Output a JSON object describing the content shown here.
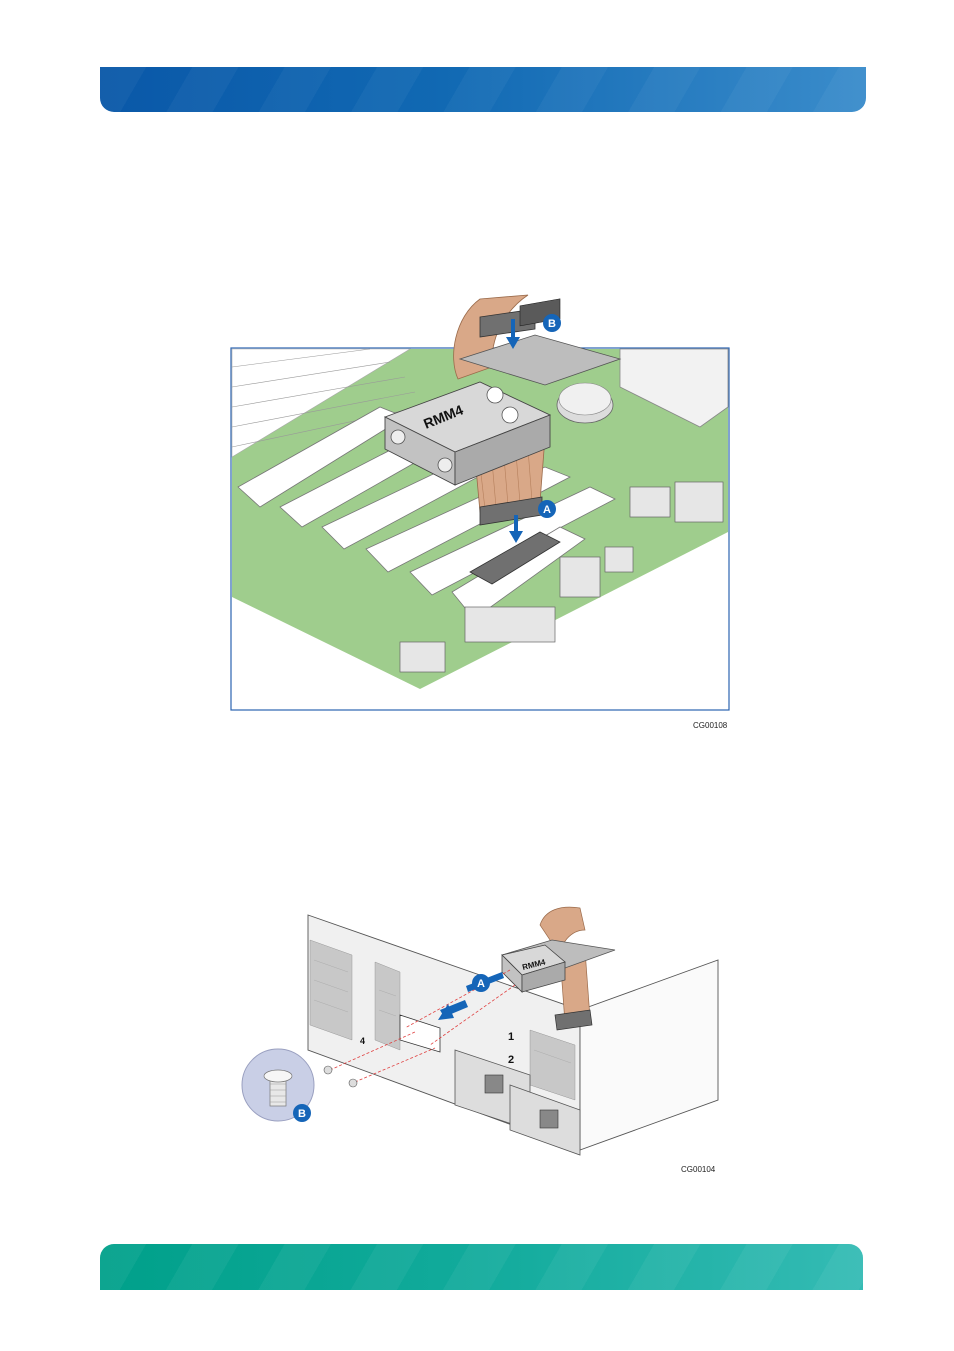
{
  "figure1": {
    "code": "CG00108",
    "callout_a": "A",
    "callout_b": "B",
    "module_label": "RMM4"
  },
  "figure2": {
    "code": "CG00104",
    "callout_a": "A",
    "callout_b": "B",
    "module_label": "RMM4",
    "slot_label_1": "1",
    "slot_label_2": "2",
    "slot_label_4": "4"
  },
  "colors": {
    "header": "#0a58a8",
    "footer": "#00a08a",
    "board": "#9fcd8d",
    "callout": "#1565b8",
    "cable": "#d9a888"
  }
}
